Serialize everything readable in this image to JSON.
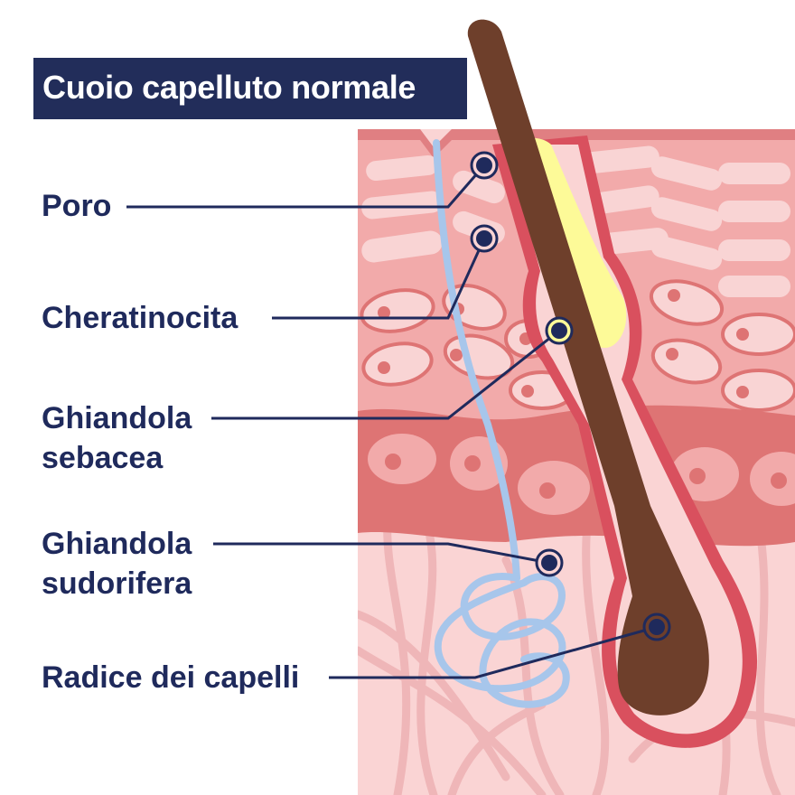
{
  "title": "Cuoio capelluto normale",
  "labels": [
    {
      "id": "poro",
      "line1": "Poro",
      "line2": ""
    },
    {
      "id": "cheratinocita",
      "line1": "Cheratinocita",
      "line2": ""
    },
    {
      "id": "ghiandola-sebacea",
      "line1": "Ghiandola",
      "line2": "sebacea"
    },
    {
      "id": "ghiandola-sudorifera",
      "line1": "Ghiandola",
      "line2": "sudorifera"
    },
    {
      "id": "radice-capelli",
      "line1": "Radice dei capelli",
      "line2": ""
    }
  ],
  "colors": {
    "title_bg": "#222d5a",
    "label_text": "#1f2a5c",
    "epidermis": "#f2aaaa",
    "epidermis_cell": "#f9d4d4",
    "basal_layer": "#de7474",
    "dermis": "#fad4d4",
    "follicle_wall": "#d9505e",
    "hair": "#6e3f2b",
    "sebaceous": "#fdfa98",
    "sweat_duct": "#a7c6eb",
    "marker": "#1f2a5c"
  }
}
